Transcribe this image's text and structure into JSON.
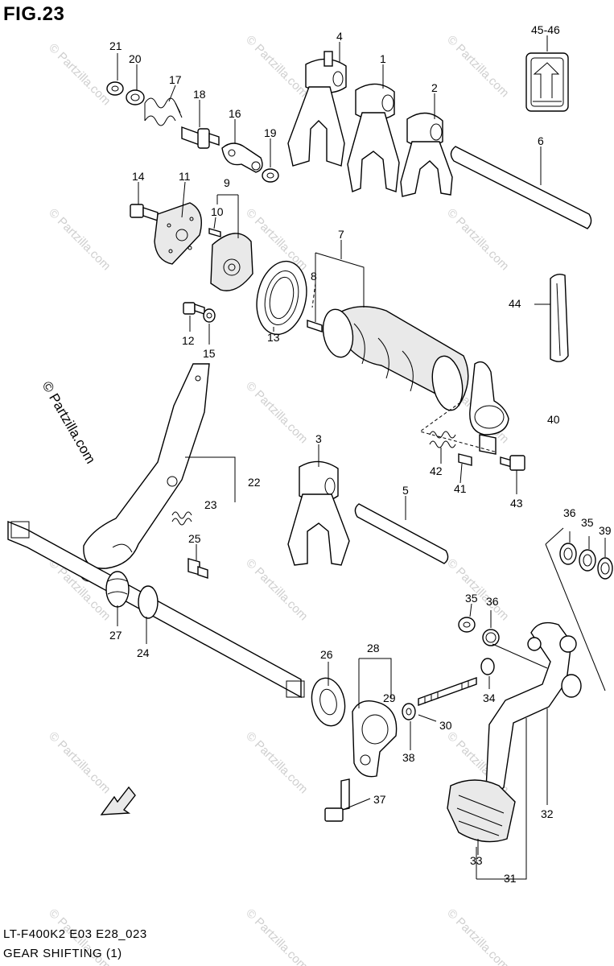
{
  "figure": {
    "title": "FIG.23",
    "model_code": "LT-F400K2 E03 E28_023",
    "section_name": "GEAR SHIFTING (1)",
    "copyright": "© Partzilla.com",
    "watermark": "© Partzilla.com"
  },
  "callouts": [
    "1",
    "2",
    "3",
    "4",
    "5",
    "6",
    "7",
    "8",
    "9",
    "10",
    "11",
    "12",
    "13",
    "14",
    "15",
    "16",
    "17",
    "18",
    "19",
    "20",
    "21",
    "22",
    "23",
    "24",
    "25",
    "26",
    "27",
    "28",
    "29",
    "30",
    "31",
    "32",
    "33",
    "34",
    "35",
    "35",
    "36",
    "36",
    "37",
    "38",
    "39",
    "40",
    "41",
    "42",
    "43",
    "44",
    "45-46"
  ],
  "colors": {
    "line": "#000000",
    "watermark": "#cfcfcf",
    "background": "#ffffff"
  },
  "icons": [
    "fwd-arrow-icon",
    "shift-pattern-label-icon"
  ]
}
